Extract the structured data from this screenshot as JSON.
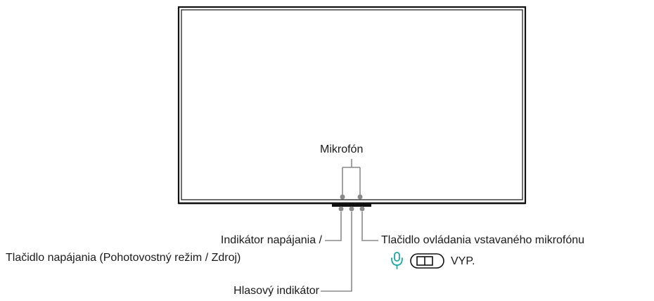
{
  "labels": {
    "microphone": "Mikrofón",
    "power_indicator": "Indikátor napájania /",
    "power_button": "Tlačidlo napájania (Pohotovostný režim / Zdroj)",
    "voice_indicator": "Hlasový indikátor",
    "mic_control_button": "Tlačidlo ovládania vstavaného mikrofónu",
    "mic_switch_state": "VYP."
  },
  "icons": {
    "microphone": "microphone-icon",
    "switch": "toggle-switch-icon"
  },
  "colors": {
    "tv_frame": "#111111",
    "leader_line": "#8a8a8a",
    "mic_icon": "#1aa8a0"
  }
}
